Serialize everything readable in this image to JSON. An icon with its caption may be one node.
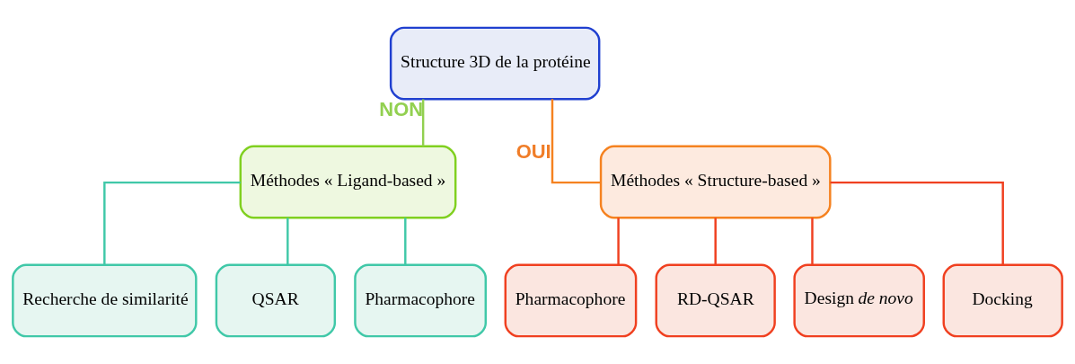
{
  "diagram": {
    "nodes": [
      {
        "text": [
          "Structure 3D de la protéine"
        ]
      },
      {
        "text": [
          "Méthodes « Ligand-based »"
        ]
      },
      {
        "text": [
          "Méthodes « Structure-based »"
        ]
      },
      {
        "text": [
          "Recherche de similarité"
        ]
      },
      {
        "text": [
          "QSAR"
        ]
      },
      {
        "text": [
          "Pharmacophore"
        ]
      },
      {
        "text": [
          "Pharmacophore"
        ]
      },
      {
        "text": [
          "RD-QSAR"
        ]
      },
      {
        "text": [
          "Design *de novo*"
        ]
      },
      {
        "text": [
          "Docking"
        ]
      }
    ],
    "edges": [
      {
        "from": 0,
        "to": 1,
        "arrow": "none",
        "label": "NON",
        "color": "#92d050"
      },
      {
        "from": 0,
        "to": 2,
        "arrow": "none",
        "label": "OUI",
        "color": "#f58220"
      },
      {
        "from": 1,
        "to": 3,
        "arrow": "none",
        "color": "#40c8a8"
      },
      {
        "from": 1,
        "to": 4,
        "arrow": "none",
        "color": "#40c8a8"
      },
      {
        "from": 1,
        "to": 5,
        "arrow": "none",
        "color": "#40c8a8"
      },
      {
        "from": 2,
        "to": 6,
        "arrow": "none"
      },
      {
        "from": 2,
        "to": 7,
        "arrow": "none"
      },
      {
        "from": 2,
        "to": 8,
        "arrow": "none"
      },
      {
        "from": 2,
        "to": 9,
        "arrow": "none"
      }
    ]
  }
}
